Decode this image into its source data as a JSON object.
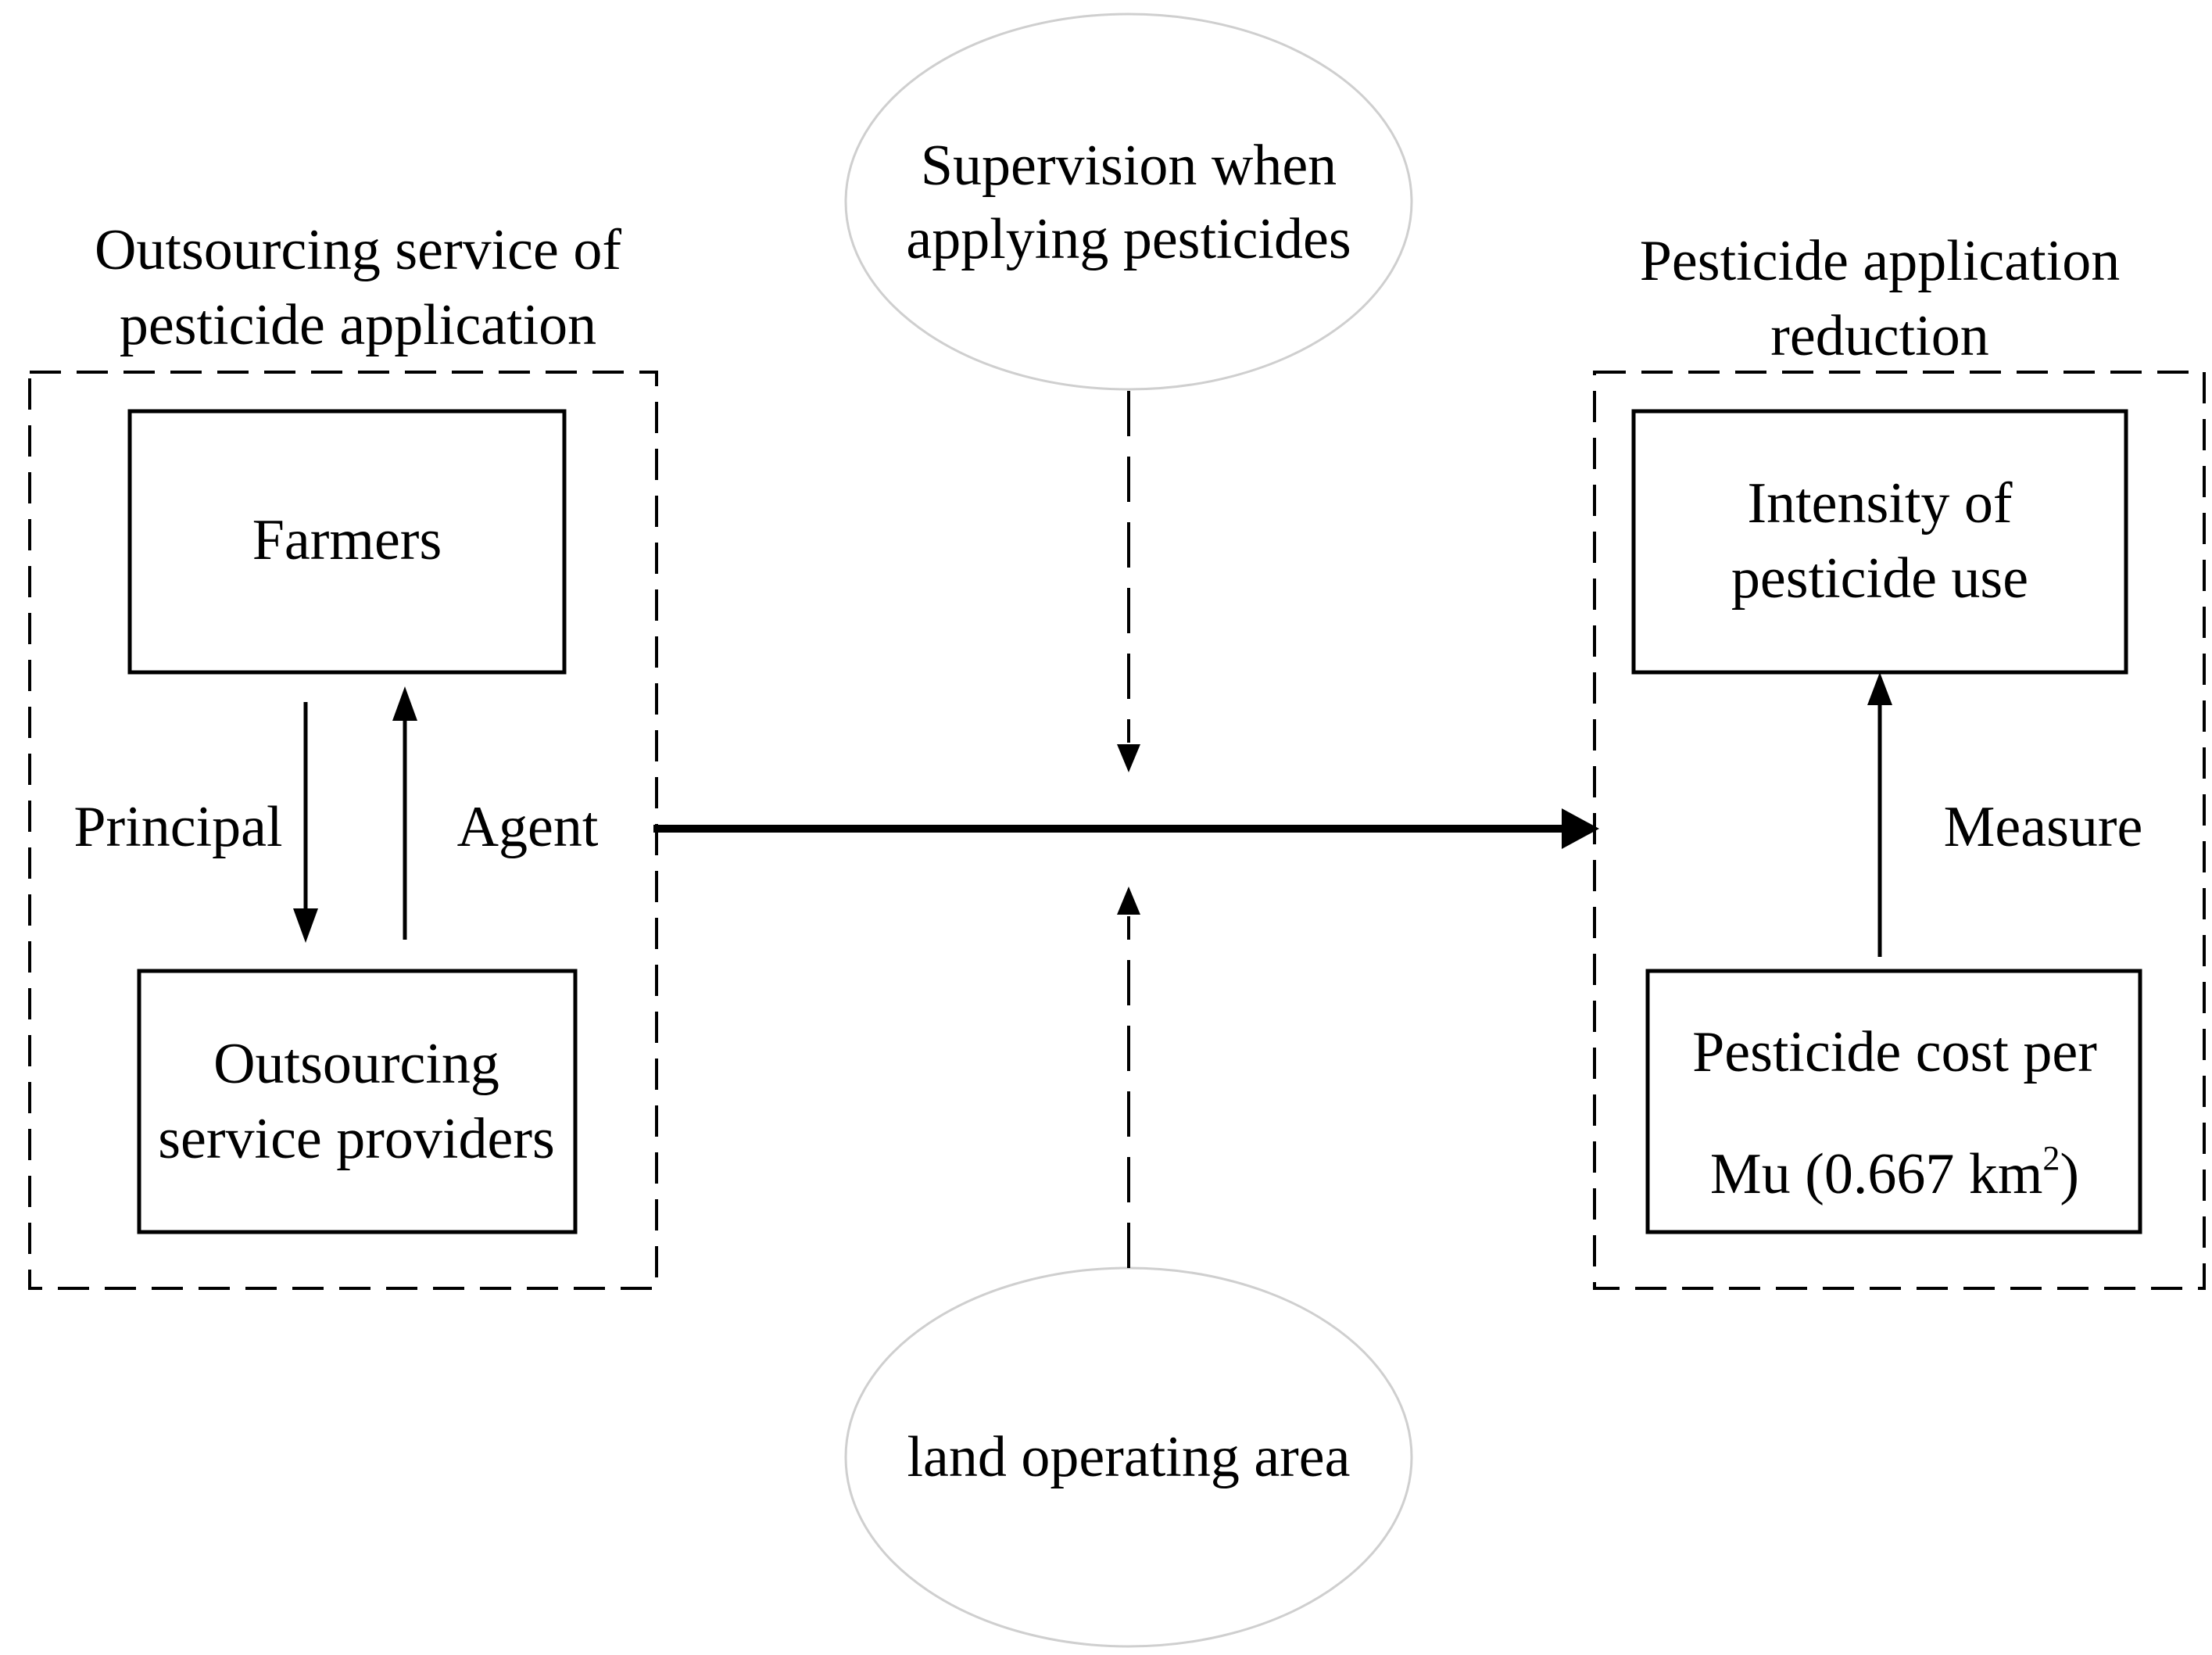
{
  "left_group": {
    "title_line1": "Outsourcing service of",
    "title_line2": "pesticide application",
    "farmers_label": "Farmers",
    "providers_line1": "Outsourcing",
    "providers_line2": "service providers",
    "principal_label": "Principal",
    "agent_label": "Agent"
  },
  "moderators": {
    "top_line1": "Supervision when",
    "top_line2": "applying pesticides",
    "bottom": "land operating area"
  },
  "right_group": {
    "title_line1": "Pesticide application",
    "title_line2": "reduction",
    "intensity_line1": "Intensity of",
    "intensity_line2": "pesticide use",
    "cost_line1": "Pesticide cost per",
    "cost_line2_prefix": "Mu (0.667 km",
    "cost_line2_sup": "2",
    "cost_line2_suffix": ")",
    "measure_label": "Measure"
  }
}
